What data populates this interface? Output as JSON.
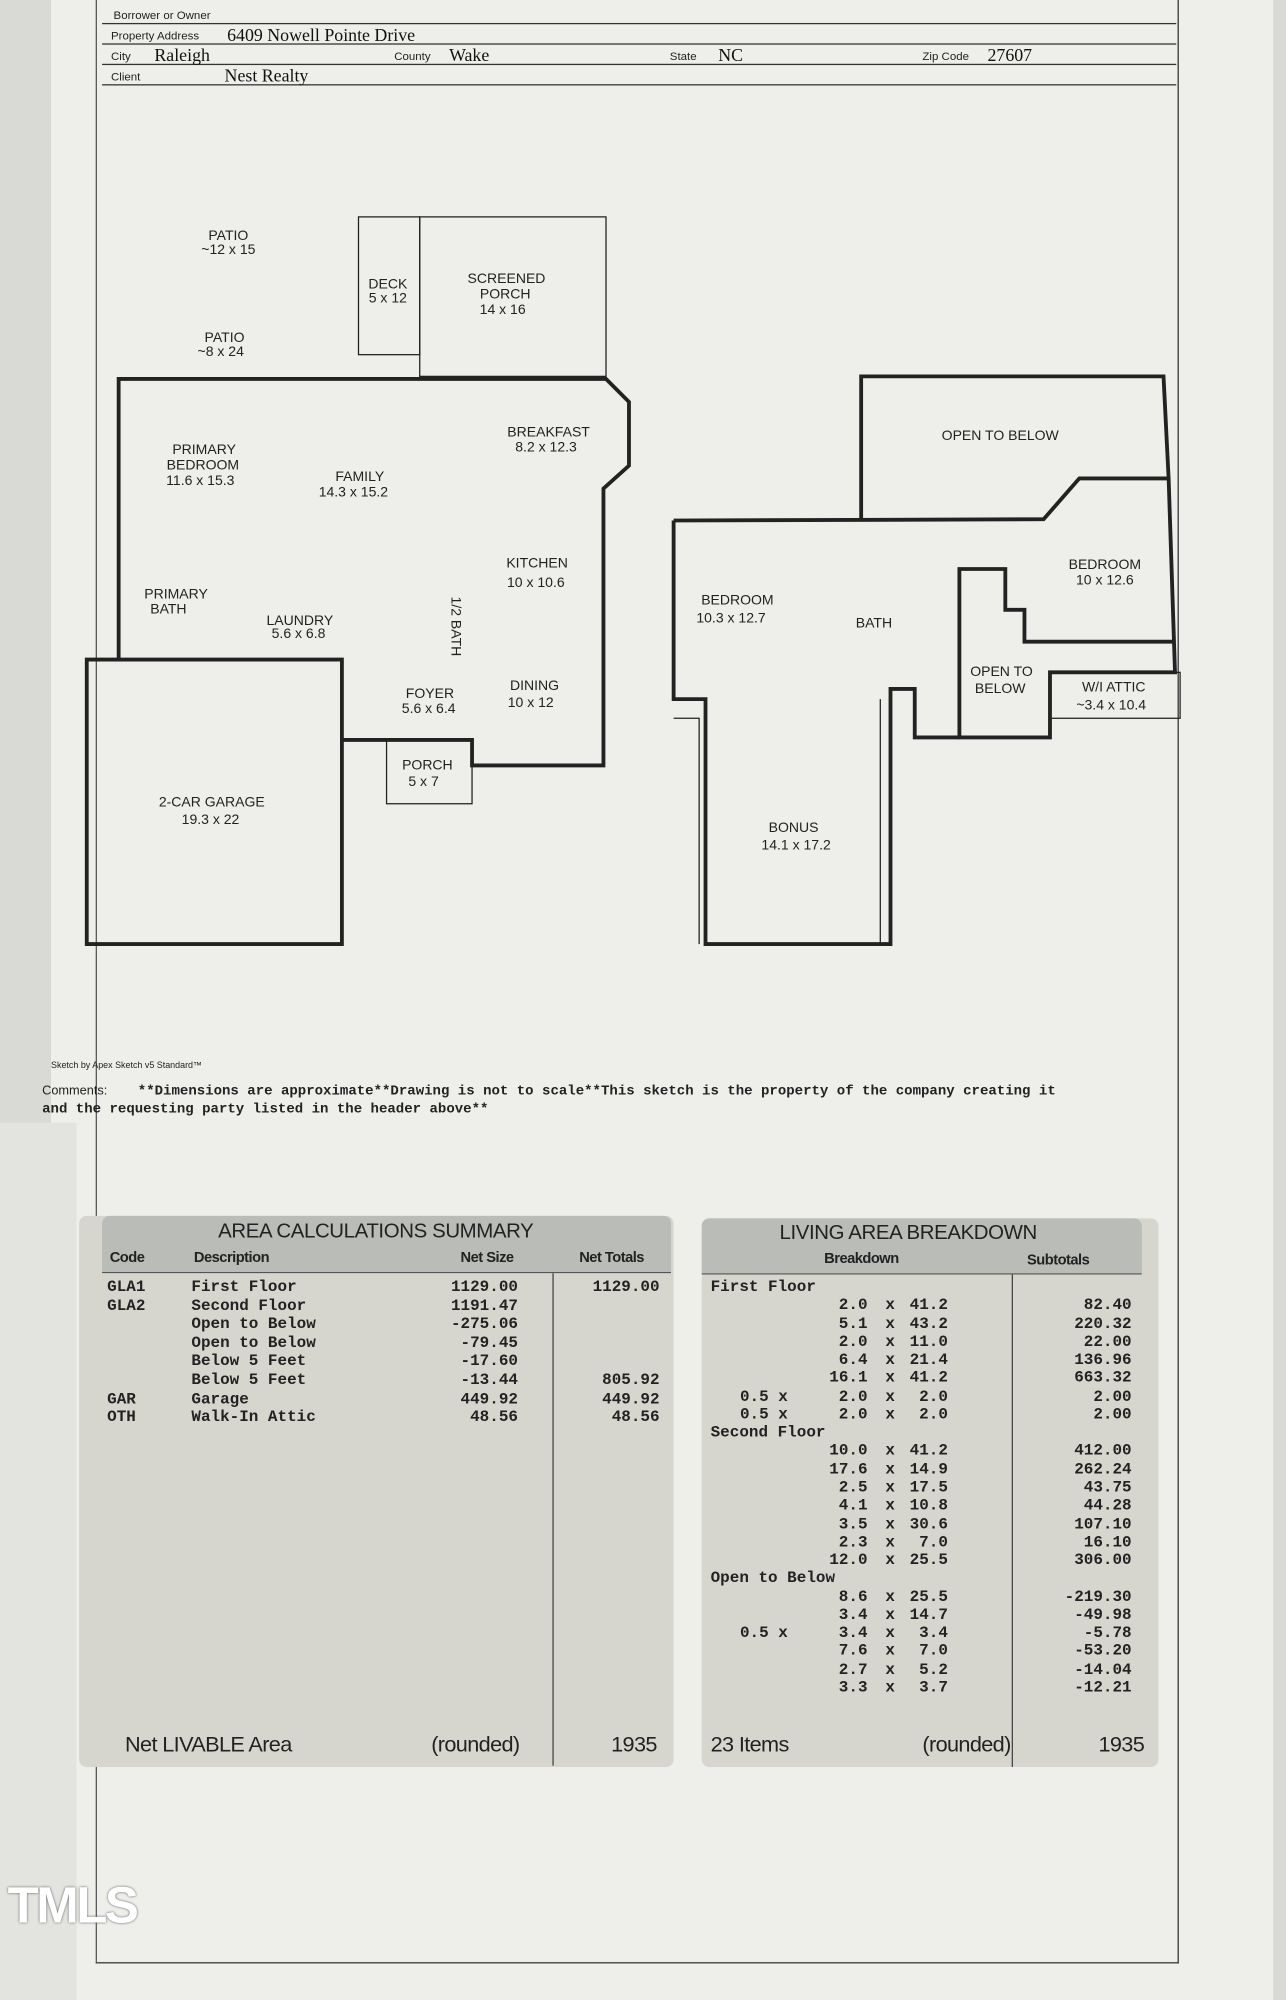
{
  "header": {
    "borrower_label": "Borrower or Owner",
    "address_label": "Property Address",
    "address": "6409 Nowell Pointe Drive",
    "city_label": "City",
    "city": "Raleigh",
    "county_label": "County",
    "county": "Wake",
    "state_label": "State",
    "state": "NC",
    "zip_label": "Zip Code",
    "zip": "27607",
    "client_label": "Client",
    "client": "Nest Realty"
  },
  "first_floor": {
    "patio1": [
      "PATIO",
      "~12 x 15"
    ],
    "patio2": [
      "PATIO",
      "~8 x 24"
    ],
    "deck": [
      "DECK",
      "5 x 12"
    ],
    "screened_porch": [
      "SCREENED",
      "PORCH",
      "14 x 16"
    ],
    "breakfast": [
      "BREAKFAST",
      "8.2 x 12.3"
    ],
    "primary_bedroom": [
      "PRIMARY",
      "BEDROOM",
      "11.6 x 15.3"
    ],
    "family": [
      "FAMILY",
      "14.3 x 15.2"
    ],
    "kitchen": [
      "KITCHEN",
      "10 x 10.6"
    ],
    "primary_bath": [
      "PRIMARY",
      "BATH"
    ],
    "laundry": [
      "LAUNDRY",
      "5.6 x 6.8"
    ],
    "half_bath": "1/2 BATH",
    "foyer": [
      "FOYER",
      "5.6 x 6.4"
    ],
    "dining": [
      "DINING",
      "10 x 12"
    ],
    "porch": [
      "PORCH",
      "5 x 7"
    ],
    "garage": [
      "2-CAR GARAGE",
      "19.3 x 22"
    ]
  },
  "second_floor": {
    "open_to_below_top": "OPEN TO BELOW",
    "bedroom_right": [
      "BEDROOM",
      "10 x 12.6"
    ],
    "bedroom_left": [
      "BEDROOM",
      "10.3 x 12.7"
    ],
    "bath": "BATH",
    "open_to_below_mid": [
      "OPEN TO",
      "BELOW"
    ],
    "wi_attic": [
      "W/I ATTIC",
      "~3.4 x 10.4"
    ],
    "bonus": [
      "BONUS",
      "14.1 x 17.2"
    ]
  },
  "sketch_credit": "Sketch by Apex Sketch v5 Standard™",
  "comments_label": "Comments:",
  "comments_line1": "**Dimensions are approximate**Drawing is not to scale**This sketch is the property of the company creating it",
  "comments_line2": "and the requesting party listed in the header above**",
  "area_summary": {
    "title": "AREA CALCULATIONS SUMMARY",
    "columns": [
      "Code",
      "Description",
      "Net Size",
      "Net Totals"
    ],
    "rows": [
      {
        "code": "GLA1",
        "desc": "First Floor",
        "size": "1129.00",
        "total": "1129.00"
      },
      {
        "code": "GLA2",
        "desc": "Second Floor",
        "size": "1191.47",
        "total": ""
      },
      {
        "code": "",
        "desc": "Open to Below",
        "size": "-275.06",
        "total": ""
      },
      {
        "code": "",
        "desc": "Open to Below",
        "size": "-79.45",
        "total": ""
      },
      {
        "code": "",
        "desc": "Below 5 Feet",
        "size": "-17.60",
        "total": ""
      },
      {
        "code": "",
        "desc": "Below 5 Feet",
        "size": "-13.44",
        "total": "805.92"
      },
      {
        "code": "GAR",
        "desc": "Garage",
        "size": "449.92",
        "total": "449.92"
      },
      {
        "code": "OTH",
        "desc": "Walk-In Attic",
        "size": "48.56",
        "total": "48.56"
      }
    ],
    "footer_label": "Net LIVABLE Area",
    "footer_rounded": "(rounded)",
    "footer_value": "1935"
  },
  "living_breakdown": {
    "title": "LIVING AREA BREAKDOWN",
    "columns": [
      "Breakdown",
      "Subtotals"
    ],
    "lines": [
      {
        "section": "First Floor"
      },
      {
        "mult": "",
        "a": "2.0",
        "b": "41.2",
        "sub": "82.40"
      },
      {
        "mult": "",
        "a": "5.1",
        "b": "43.2",
        "sub": "220.32"
      },
      {
        "mult": "",
        "a": "2.0",
        "b": "11.0",
        "sub": "22.00"
      },
      {
        "mult": "",
        "a": "6.4",
        "b": "21.4",
        "sub": "136.96"
      },
      {
        "mult": "",
        "a": "16.1",
        "b": "41.2",
        "sub": "663.32"
      },
      {
        "mult": "0.5 x",
        "a": "2.0",
        "b": "2.0",
        "sub": "2.00"
      },
      {
        "mult": "0.5 x",
        "a": "2.0",
        "b": "2.0",
        "sub": "2.00"
      },
      {
        "section": "Second Floor"
      },
      {
        "mult": "",
        "a": "10.0",
        "b": "41.2",
        "sub": "412.00"
      },
      {
        "mult": "",
        "a": "17.6",
        "b": "14.9",
        "sub": "262.24"
      },
      {
        "mult": "",
        "a": "2.5",
        "b": "17.5",
        "sub": "43.75"
      },
      {
        "mult": "",
        "a": "4.1",
        "b": "10.8",
        "sub": "44.28"
      },
      {
        "mult": "",
        "a": "3.5",
        "b": "30.6",
        "sub": "107.10"
      },
      {
        "mult": "",
        "a": "2.3",
        "b": "7.0",
        "sub": "16.10"
      },
      {
        "mult": "",
        "a": "12.0",
        "b": "25.5",
        "sub": "306.00"
      },
      {
        "section": "Open to Below"
      },
      {
        "mult": "",
        "a": "8.6",
        "b": "25.5",
        "sub": "-219.30"
      },
      {
        "mult": "",
        "a": "3.4",
        "b": "14.7",
        "sub": "-49.98"
      },
      {
        "mult": "0.5 x",
        "a": "3.4",
        "b": "3.4",
        "sub": "-5.78"
      },
      {
        "mult": "",
        "a": "7.6",
        "b": "7.0",
        "sub": "-53.20"
      },
      {
        "mult": "",
        "a": "2.7",
        "b": "5.2",
        "sub": "-14.04"
      },
      {
        "mult": "",
        "a": "3.3",
        "b": "3.7",
        "sub": "-12.21"
      }
    ],
    "footer_items": "23 Items",
    "footer_rounded": "(rounded)",
    "footer_value": "1935"
  },
  "watermark": "TMLS"
}
